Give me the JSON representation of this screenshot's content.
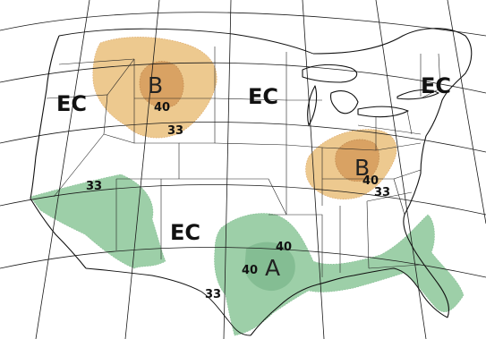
{
  "colors": {
    "below_light": "#edc98f",
    "below_dark": "#d9a263",
    "above_light": "#9dcfa8",
    "above_dark": "#84bd93",
    "map_lines": "#111111",
    "background": "#ffffff"
  },
  "labels": {
    "ec_west": "EC",
    "ec_central": "EC",
    "ec_northeast": "EC",
    "ec_southwest": "EC",
    "b_north": "B",
    "b_east": "B",
    "a_south": "A"
  },
  "contours": {
    "north_40": "40",
    "north_33": "33",
    "east_40": "40",
    "east_33": "33",
    "southwest_33": "33",
    "texas_40_north": "40",
    "texas_40_west": "40",
    "texas_33_south": "33"
  }
}
